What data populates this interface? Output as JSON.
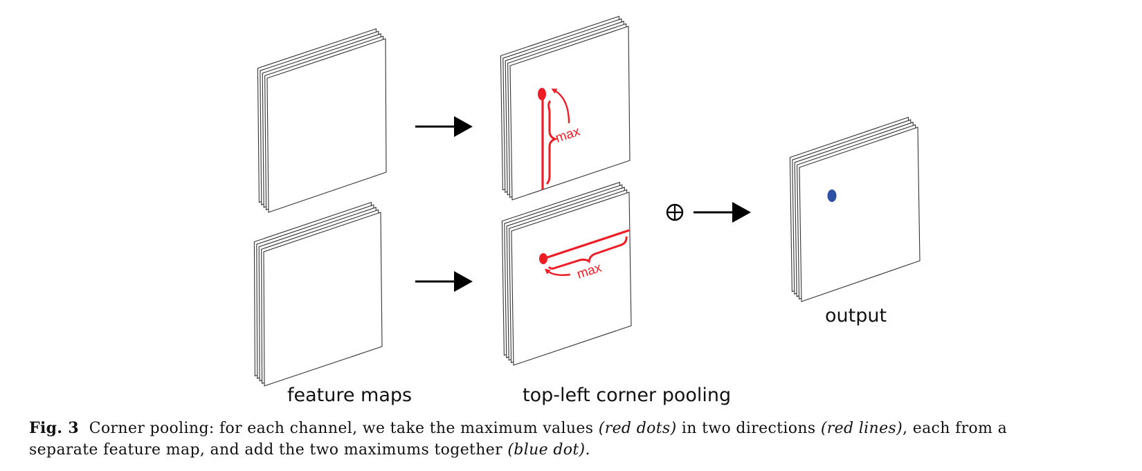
{
  "figure": {
    "labels": {
      "feature_maps": "feature maps",
      "pooling": "top-left corner pooling",
      "output": "output",
      "max_top": "max",
      "max_bottom": "max",
      "plus_symbol": "⊕"
    },
    "colors": {
      "pool_mark": "#ee1c25",
      "output_dot": "#2e4fa3",
      "sheet_stroke": "#333333",
      "arrow": "#000000"
    },
    "stacks": [
      {
        "id": "feature-map-top",
        "sheets": 5
      },
      {
        "id": "feature-map-bottom",
        "sheets": 5
      },
      {
        "id": "pooling-top",
        "sheets": 5,
        "direction": "vertical"
      },
      {
        "id": "pooling-bottom",
        "sheets": 5,
        "direction": "horizontal"
      },
      {
        "id": "output",
        "sheets": 5
      }
    ]
  },
  "caption": {
    "fig_label": "Fig. 3",
    "line1_a": "Corner pooling: for each channel, we take the maximum values ",
    "line1_b": "(red dots)",
    "line1_c": " in two directions ",
    "line1_d": "(red lines)",
    "line1_e": ", each from a",
    "line2_a": "separate feature map, and add the two maximums together ",
    "line2_b": "(blue dot)",
    "line2_c": "."
  }
}
